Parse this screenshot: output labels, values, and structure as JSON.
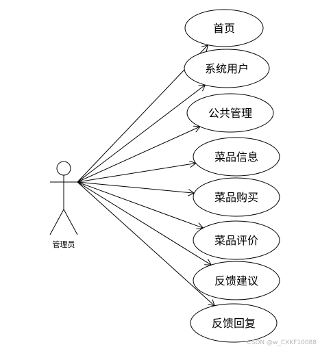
{
  "actor": {
    "label": "管理员"
  },
  "use_cases": [
    {
      "label": "首页"
    },
    {
      "label": "系统用户"
    },
    {
      "label": "公共管理"
    },
    {
      "label": "菜品信息"
    },
    {
      "label": "菜品购买"
    },
    {
      "label": "菜品评价"
    },
    {
      "label": "反馈建议"
    },
    {
      "label": "反馈回复"
    }
  ],
  "watermark": "CSDN @w_CXKF10088",
  "colors": {
    "line": "#000000",
    "background": "#ffffff"
  }
}
